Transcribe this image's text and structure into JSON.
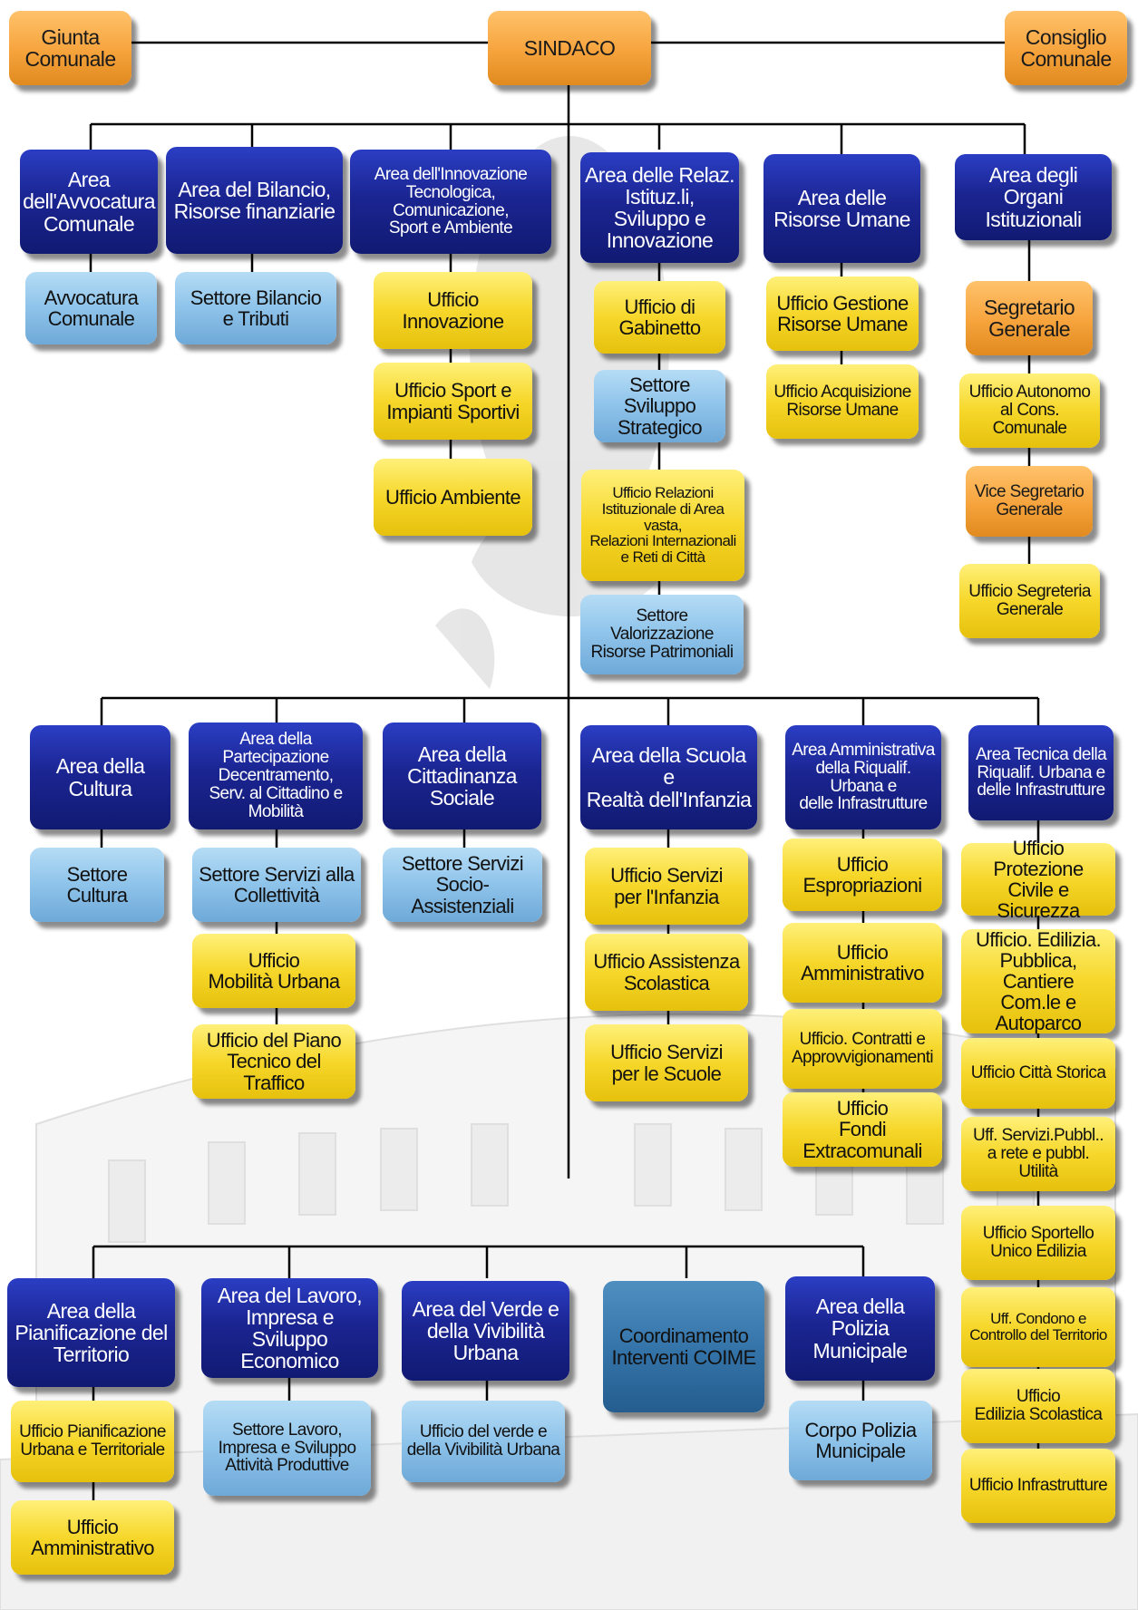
{
  "colors": {
    "navy": "#1b2592",
    "orange": "#f6a33c",
    "yellow": "#f6d72a",
    "light_blue": "#8ec3ea",
    "steel_blue": "#3575aa",
    "connector": "#000000"
  },
  "top": {
    "giunta": "Giunta\nComunale",
    "sindaco": "SINDACO",
    "consiglio": "Consiglio\nComunale"
  },
  "row1": {
    "avvocatura": {
      "area": "Area\ndell'Avvocatura\nComunale",
      "units": [
        "Avvocatura\nComunale"
      ]
    },
    "bilancio": {
      "area": "Area del Bilancio,\nRisorse finanziarie",
      "units": [
        "Settore Bilancio\ne Tributi"
      ]
    },
    "innovazione": {
      "area": "Area dell'Innovazione\nTecnologica, Comunicazione,\nSport e Ambiente",
      "units": [
        "Ufficio\nInnovazione",
        "Ufficio Sport e\nImpianti Sportivi",
        "Ufficio Ambiente"
      ]
    },
    "relazioni": {
      "area": "Area delle Relaz.\nIstituz.li, Sviluppo e\nInnovazione",
      "units": [
        "Ufficio di\nGabinetto",
        "Settore Sviluppo\nStrategico",
        "Ufficio Relazioni\nIstituzionale di Area vasta,\nRelazioni Internazionali\ne Reti di Città",
        "Settore Valorizzazione\nRisorse Patrimoniali"
      ]
    },
    "risorse_umane": {
      "area": "Area delle\nRisorse Umane",
      "units": [
        "Ufficio Gestione\nRisorse Umane",
        "Ufficio Acquisizione\nRisorse Umane"
      ]
    },
    "organi": {
      "area": "Area  degli\nOrgani Istituzionali",
      "units": [
        "Segretario\nGenerale",
        "Ufficio Autonomo\nal Cons. Comunale",
        "Vice Segretario\nGenerale",
        "Ufficio Segreteria\nGenerale"
      ]
    }
  },
  "row2": {
    "cultura": {
      "area": "Area  della\nCultura",
      "units": [
        "Settore\nCultura"
      ]
    },
    "partecipazione": {
      "area": "Area della Partecipazione\nDecentramento,\nServ. al Cittadino e Mobilità",
      "units": [
        "Settore Servizi alla\nCollettività",
        "Ufficio\nMobilità Urbana",
        "Ufficio del Piano\nTecnico del Traffico"
      ]
    },
    "cittadinanza": {
      "area": "Area  della\nCittadinanza\nSociale",
      "units": [
        "Settore Servizi\nSocio-Assistenziali"
      ]
    },
    "scuola": {
      "area": "Area della Scuola e\nRealtà dell'Infanzia",
      "units": [
        "Ufficio Servizi\nper l'Infanzia",
        "Ufficio Assistenza\nScolastica",
        "Ufficio Servizi\nper le Scuole"
      ]
    },
    "amministrativa": {
      "area": "Area Amministrativa\ndella Riqualif. Urbana e\ndelle Infrastrutture",
      "units": [
        "Ufficio Espropriazioni",
        "Ufficio\nAmministrativo",
        "Ufficio. Contratti e\nApprovvigionamenti",
        "Ufficio\nFondi Extracomunali"
      ]
    },
    "tecnica": {
      "area": "Area Tecnica della\nRiqualif. Urbana e\ndelle Infrastrutture",
      "units": [
        "Ufficio Protezione\nCivile e Sicurezza",
        "Ufficio. Edilizia.\nPubblica, Cantiere\nCom.le e Autoparco",
        "Ufficio Città Storica",
        "Uff. Servizi.Pubbl..\na rete e pubbl. Utilità",
        "Ufficio Sportello\nUnico Edilizia",
        "Uff. Condono e\nControllo del Territorio",
        "Ufficio\nEdilizia Scolastica",
        "Ufficio Infrastrutture"
      ]
    }
  },
  "row3": {
    "pianificazione": {
      "area": "Area  della\nPianificazione del\nTerritorio",
      "units": [
        "Ufficio Pianificazione\nUrbana e Territoriale",
        "Ufficio\nAmministrativo"
      ]
    },
    "lavoro": {
      "area": "Area del Lavoro,\nImpresa e\nSviluppo Economico",
      "units": [
        "Settore Lavoro,\nImpresa e Sviluppo\nAttività Produttive"
      ]
    },
    "verde": {
      "area": "Area del Verde e\ndella Vivibilità\nUrbana",
      "units": [
        "Ufficio del verde e\ndella Vivibilità Urbana"
      ]
    },
    "coime": {
      "area": "Coordinamento\nInterventi COIME"
    },
    "polizia": {
      "area": "Area della\nPolizia\nMunicipale",
      "units": [
        "Corpo Polizia\nMunicipale"
      ]
    }
  }
}
